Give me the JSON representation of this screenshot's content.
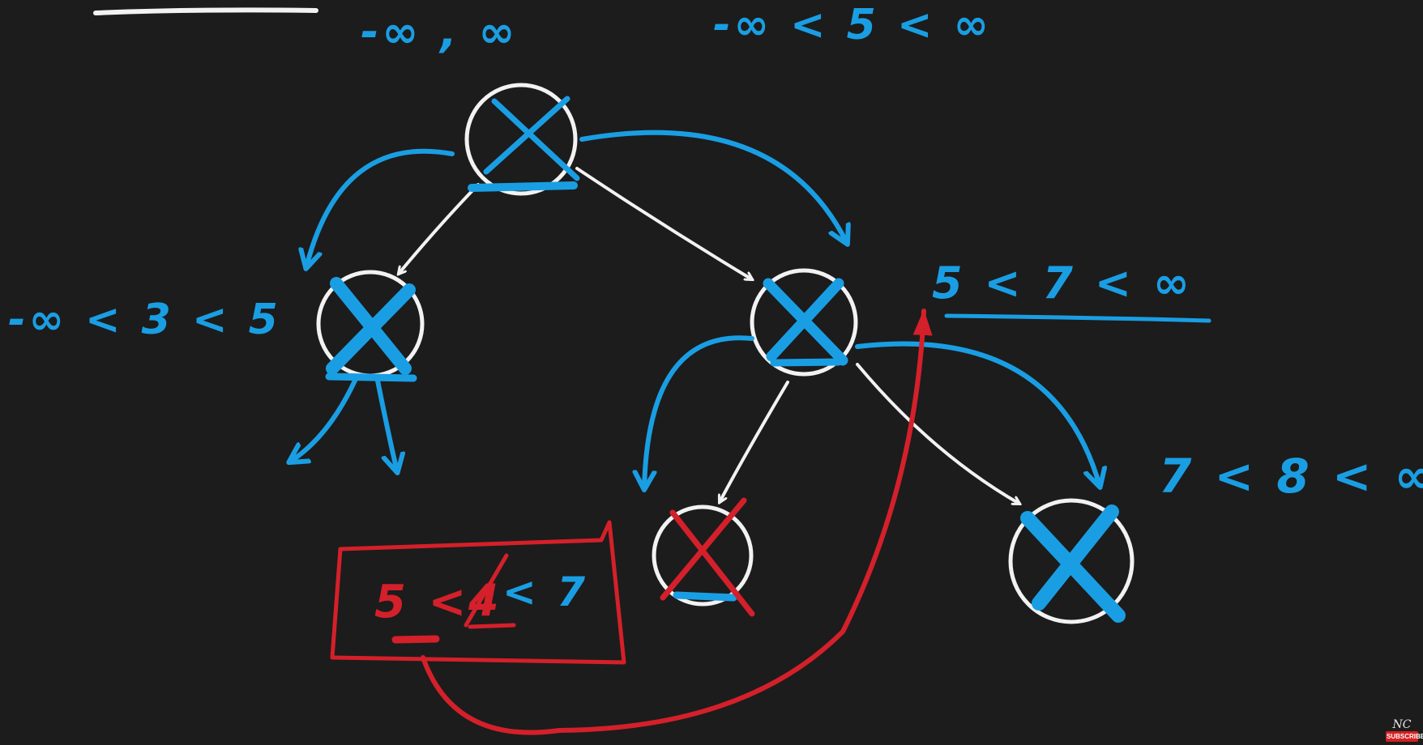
{
  "diagram": {
    "labels": {
      "root_range": "-∞ , ∞",
      "root_check": "-∞ < 5 < ∞",
      "left_check": "-∞ < 3 < 5",
      "right_check": "5 < 7 < ∞",
      "right_right_check": "7 < 8 < ∞",
      "box_check_low": "5 <",
      "box_check_value": "4",
      "box_check_high": "< 7"
    },
    "colors": {
      "background": "#1c1c1c",
      "tree": "#f2f2f2",
      "annotation": "#1a9ee3",
      "error": "#d4202a"
    }
  },
  "logo": {
    "mark": "NC",
    "badge": "SUBSCRIBE"
  }
}
